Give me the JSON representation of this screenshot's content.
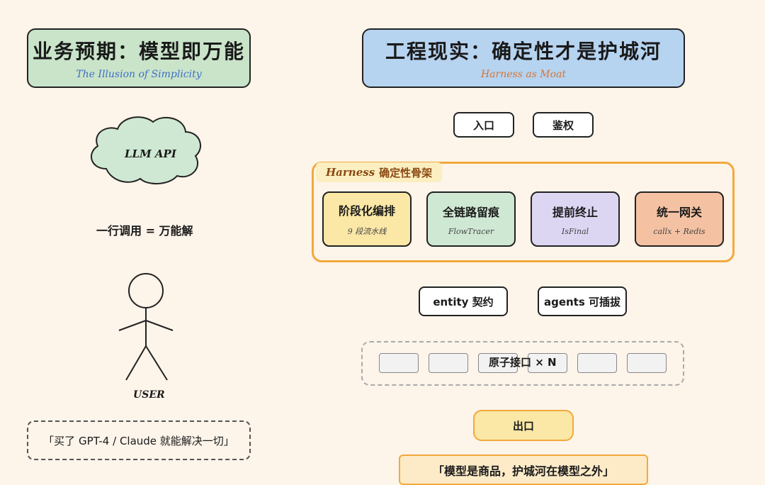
{
  "left": {
    "title": "业务预期：模型即万能",
    "subtitle": "The Illusion of Simplicity",
    "cloud_label": "LLM API",
    "call_text": "一行调用 = 万能解",
    "user_label": "USER",
    "quote": "「买了 GPT-4 / Claude 就能解决一切」"
  },
  "right": {
    "title": "工程现实：确定性才是护城河",
    "subtitle": "Harness as Moat",
    "entry": "入口",
    "auth": "鉴权",
    "harness_label_en": "Harness",
    "harness_label_cn": "确定性骨架",
    "stages": [
      {
        "title": "阶段化编排",
        "sub": "9 段流水线",
        "color": "#fbe7a6"
      },
      {
        "title": "全链路留痕",
        "sub": "FlowTracer",
        "color": "#cfe8d3"
      },
      {
        "title": "提前终止",
        "sub": "IsFinal",
        "color": "#ddd6f3"
      },
      {
        "title": "统一网关",
        "sub": "callx + Redis",
        "color": "#f4c2a3"
      }
    ],
    "entity": "entity 契约",
    "agents": "agents 可插拔",
    "atomic": "原子接口 × N",
    "exit": "出口",
    "quote": "「模型是商品，护城河在模型之外」"
  },
  "colors": {
    "left_title_bg": "#c9e4c9",
    "right_title_bg": "#b6d3f0",
    "cloud": "#cfe8d3",
    "harness_border": "#f2a93b",
    "exit_bg": "#fbe7a6",
    "quote_bg": "#fdebc8"
  }
}
